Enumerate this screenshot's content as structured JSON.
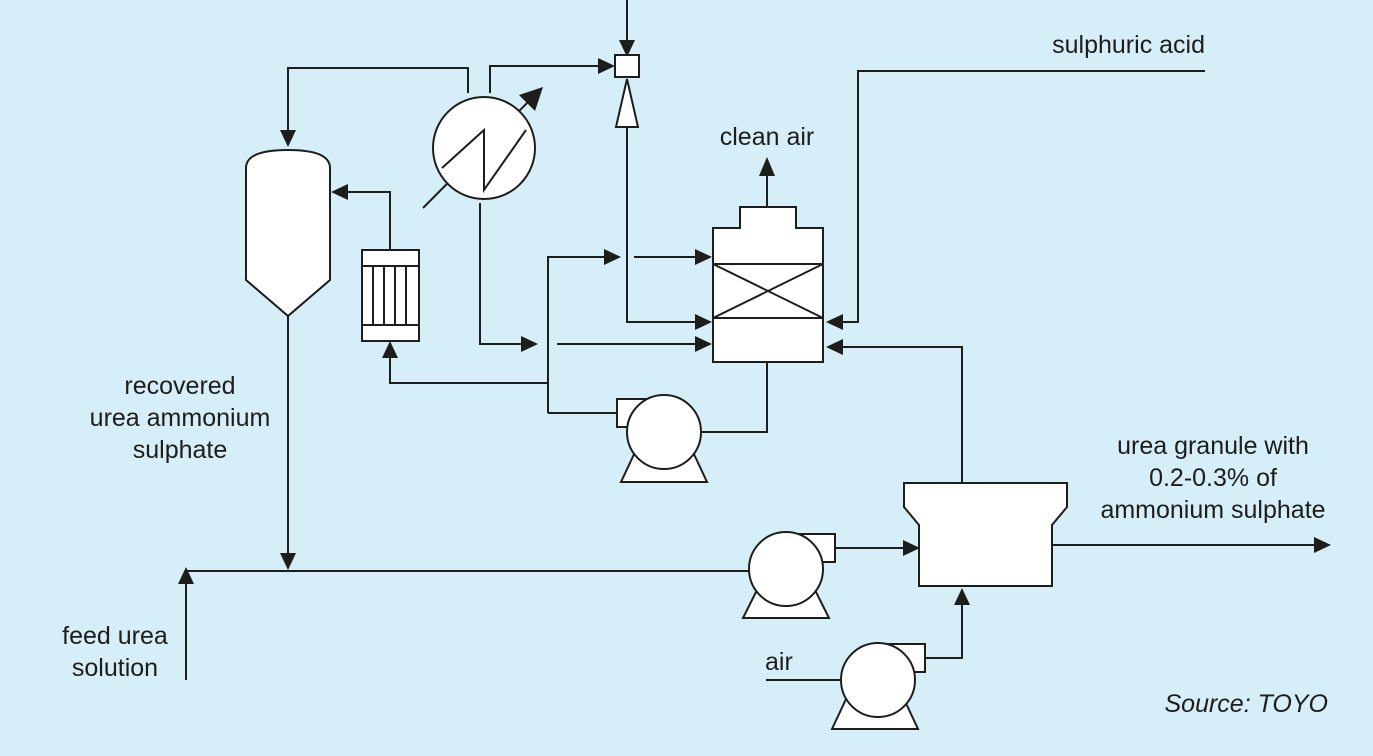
{
  "colors": {
    "background": "#d6eef8",
    "line": "#1d1d1b",
    "equipment_fill": "#ffffff"
  },
  "labels": {
    "sulphuric_acid": "sulphuric acid",
    "clean_air": "clean air",
    "recovered_line1": "recovered",
    "recovered_line2": "urea ammonium",
    "recovered_line3": "sulphate",
    "granule_line1": "urea granule with",
    "granule_line2": "0.2-0.3% of",
    "granule_line3": "ammonium sulphate",
    "feed_line1": "feed urea",
    "feed_line2": "solution",
    "air": "air",
    "source": "Source: TOYO"
  }
}
